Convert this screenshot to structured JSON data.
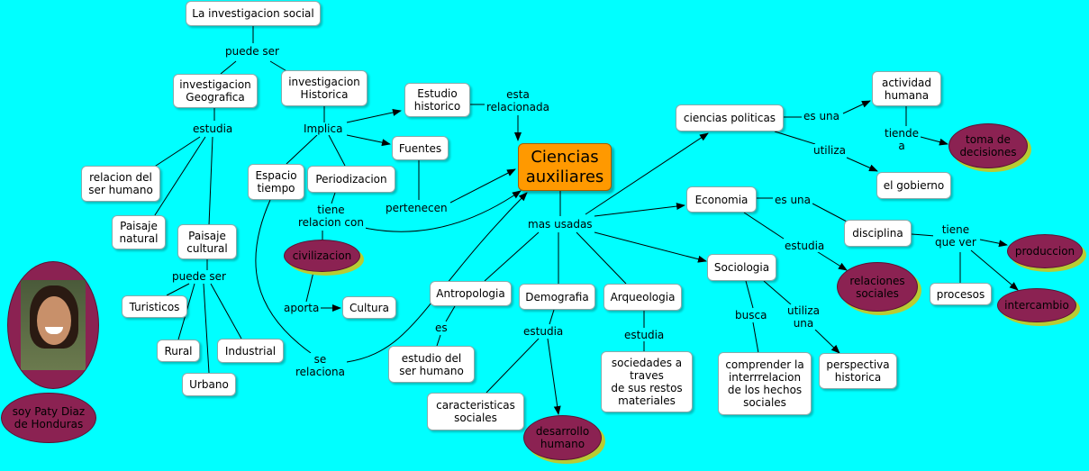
{
  "main_node": "Ciencias\nauxiliares",
  "nodes": {
    "inv_social": "La investigacion social",
    "inv_geografica": "investigacion\nGeografica",
    "inv_historica": "investigacion\nHistorica",
    "estudio_historico": "Estudio\nhistorico",
    "fuentes": "Fuentes",
    "espacio_tiempo": "Espacio\ntiempo",
    "periodizacion": "Periodizacion",
    "relacion_ser": "relacion del\nser humano",
    "paisaje_natural": "Paisaje\nnatural",
    "paisaje_cultural": "Paisaje\ncultural",
    "turisticos": "Turisticos",
    "rural": "Rural",
    "industrial": "Industrial",
    "urbano": "Urbano",
    "cultura": "Cultura",
    "antropologia": "Antropologia",
    "estudio_ser": "estudio del\nser humano",
    "demografia": "Demografia",
    "caracteristicas": "caracteristicas\nsociales",
    "arqueologia": "Arqueologia",
    "sociedades": "sociedades a\ntraves\nde sus restos\nmateriales",
    "ciencias_politicas": "ciencias politicas",
    "actividad_humana": "actividad\nhumana",
    "gobierno": "el gobierno",
    "economia": "Economia",
    "disciplina": "disciplina",
    "procesos": "procesos",
    "sociologia": "Sociologia",
    "comprender": "comprender la\ninterrrelacion\nde los hechos\nsociales",
    "perspectiva": "perspectiva\nhistorica"
  },
  "ovals": {
    "civilizacion": "civilizacion",
    "desarrollo": "desarrollo\nhumano",
    "toma_decisiones": "toma de\ndecisiones",
    "relaciones_sociales": "relaciones\nsociales",
    "produccion": "produccion",
    "intercambio": "intercambio",
    "autor": "soy Paty Diaz\nde Honduras"
  },
  "labels": {
    "puede_ser_1": "puede ser",
    "estudia_1": "estudia",
    "implica": "Implica",
    "esta_relacionada": "esta\nrelacionada",
    "tiene_relacion": "tiene\nrelacion con",
    "pertenecen": "pertenecen",
    "puede_ser_2": "puede ser",
    "aporta": "aporta",
    "se_relaciona": "se\nrelaciona",
    "mas_usadas": "mas usadas",
    "es": "es",
    "estudia_2": "estudia",
    "estudia_3": "estudia",
    "es_una_1": "es una",
    "tiende_a": "tiende\na",
    "utiliza": "utiliza",
    "es_una_2": "es una",
    "estudia_4": "estudia",
    "tiene_que_ver": "tiene\nque ver",
    "busca": "busca",
    "utiliza_una": "utiliza\nuna"
  }
}
